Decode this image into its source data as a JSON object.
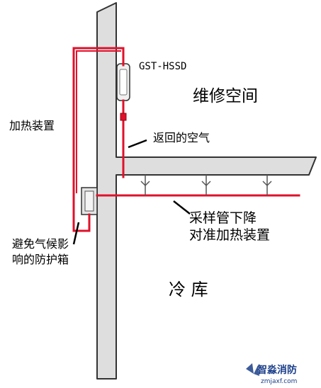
{
  "labels": {
    "device": "GST-HSSD",
    "maintenance_space": "维修空间",
    "heating_device": "加热装置",
    "return_air": "返回的空气",
    "sampling_line1": "采样管下降",
    "sampling_line2": "对准加热装置",
    "enclosure_line1": "避免气候影",
    "enclosure_line2": "响的防护箱",
    "cold_storage": "冷 库"
  },
  "watermark": {
    "name": "智淼消防",
    "url": "zmjaxf.com"
  },
  "colors": {
    "wall": "#dedede",
    "outline": "#333333",
    "pipe": "#e0112b",
    "watermark": "#1b3f8a"
  }
}
